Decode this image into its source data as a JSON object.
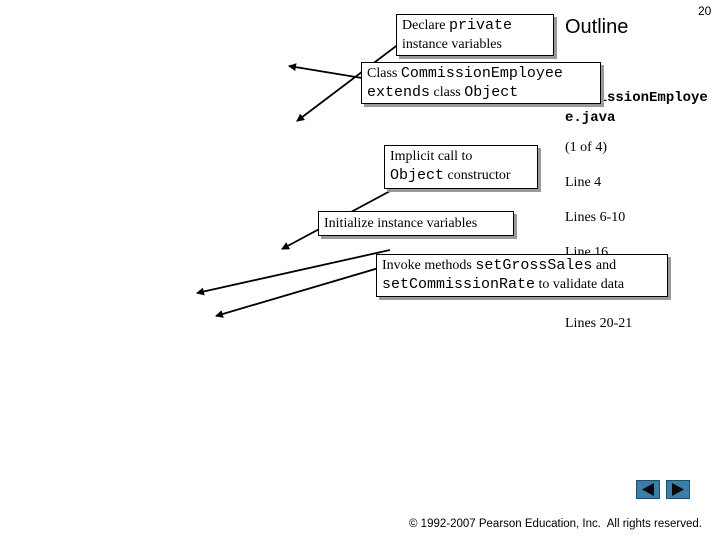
{
  "page_number": "20",
  "outline_title": "Outline",
  "outline": {
    "file_name": "CommissionEmployee.java",
    "page_indicator": "(1 of 4)",
    "line_4": "Line 4",
    "lines_6_10": "Lines 6-10",
    "line_16": "Line 16",
    "lines_20_21": "Lines 20-21"
  },
  "callouts": {
    "private_vars": {
      "prefix": "Declare ",
      "keyword": "private",
      "suffix": "instance variables"
    },
    "class_decl": {
      "word_class": "Class ",
      "class_name": "CommissionEmployee",
      "extends": "extends",
      "middle": " class ",
      "object": "Object"
    },
    "implicit_call": {
      "line1": "Implicit call to",
      "object": "Object",
      "suffix": " constructor"
    },
    "init_vars": {
      "text": "Initialize instance variables"
    },
    "invoke": {
      "prefix": "Invoke methods ",
      "method1": "setGrossSales",
      "conj": " and",
      "method2": "setCommissionRate",
      "suffix": " to validate data"
    }
  },
  "nav": {
    "prev_icon": "triangle-left-icon",
    "next_icon": "triangle-right-icon"
  },
  "footer": {
    "copyright": "© 1992-2007 Pearson Education, Inc.  All rights reserved."
  },
  "colors": {
    "nav_button": "#3c7fa6",
    "callout_shadow": "#9a9a9a"
  }
}
